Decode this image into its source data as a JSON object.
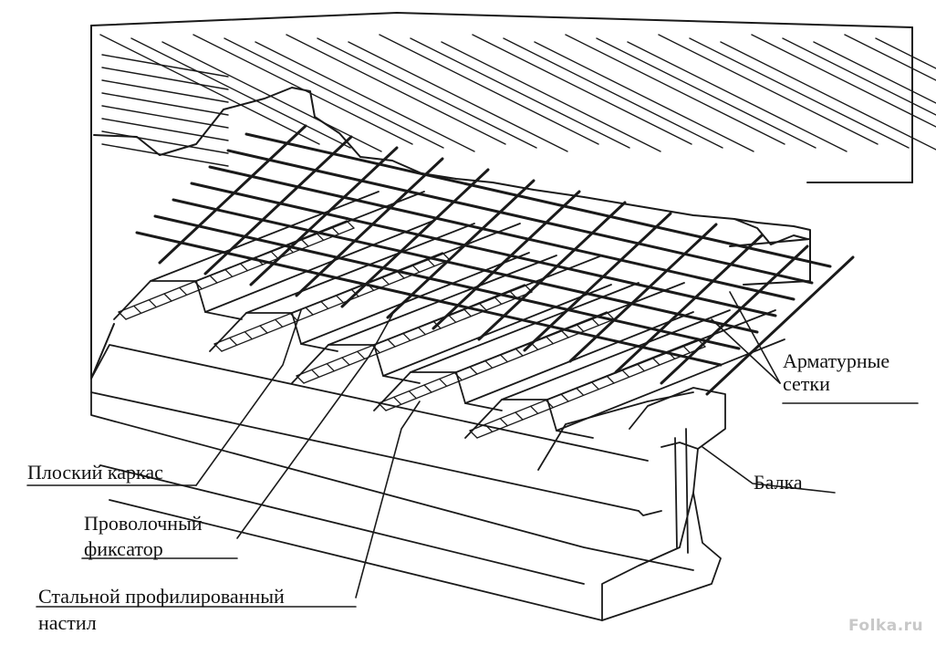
{
  "labels": {
    "reinforcement_mesh_line1": "Арматурные",
    "reinforcement_mesh_line2": "сетки",
    "flat_frame": "Плоский каркас",
    "beam": "Балка",
    "wire_clamp_line1": "Проволочный",
    "wire_clamp_line2": "фиксатор",
    "steel_deck_line1": "Стальной профилированный",
    "steel_deck_line2": "настил"
  },
  "watermark": "Folka.ru",
  "colors": {
    "line": "#1a1a1a",
    "background": "#ffffff",
    "watermark": "#c8c8c8"
  }
}
